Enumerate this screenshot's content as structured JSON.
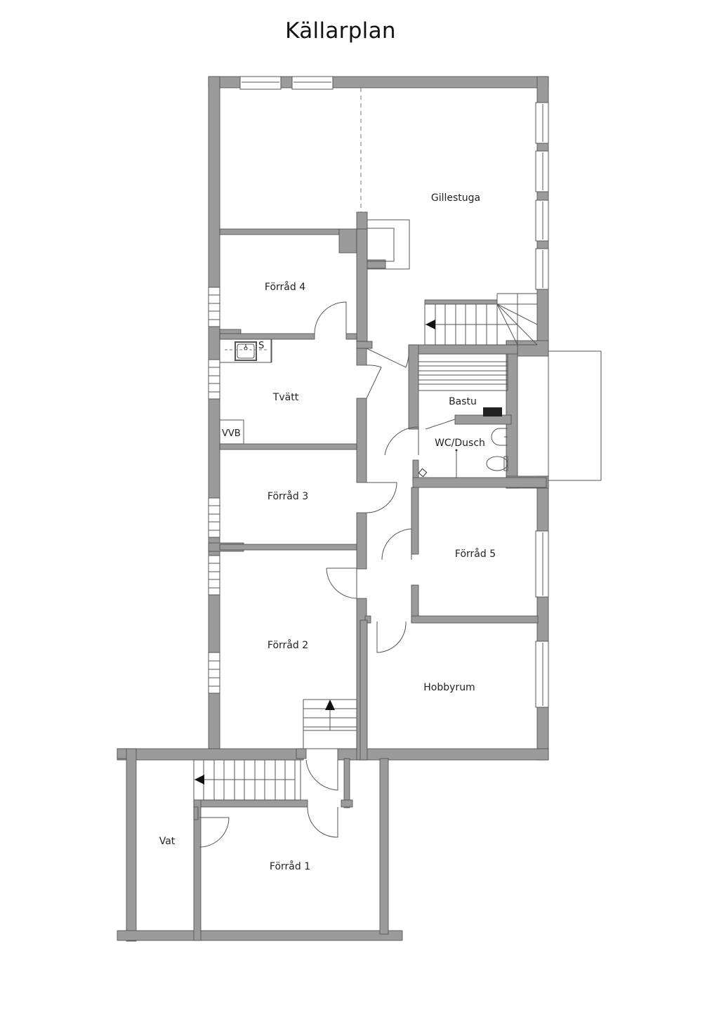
{
  "title": "Källarplan",
  "colors": {
    "wall": "#9b9b9b",
    "line": "#555555",
    "background": "#ffffff"
  },
  "rooms": [
    {
      "id": "gillestuga",
      "label": "Gillestuga"
    },
    {
      "id": "forrad4",
      "label": "Förråd 4"
    },
    {
      "id": "tvatt",
      "label": "Tvätt"
    },
    {
      "id": "bastu",
      "label": "Bastu"
    },
    {
      "id": "wcdusch",
      "label": "WC/Dusch"
    },
    {
      "id": "forrad3",
      "label": "Förråd 3"
    },
    {
      "id": "forrad5",
      "label": "Förråd 5"
    },
    {
      "id": "forrad2",
      "label": "Förråd 2"
    },
    {
      "id": "hobbyrum",
      "label": "Hobbyrum"
    },
    {
      "id": "vat",
      "label": "Vat"
    },
    {
      "id": "forrad1",
      "label": "Förråd 1"
    }
  ],
  "fixtures": {
    "water_heater": "VVB",
    "sink_marker": "S"
  }
}
